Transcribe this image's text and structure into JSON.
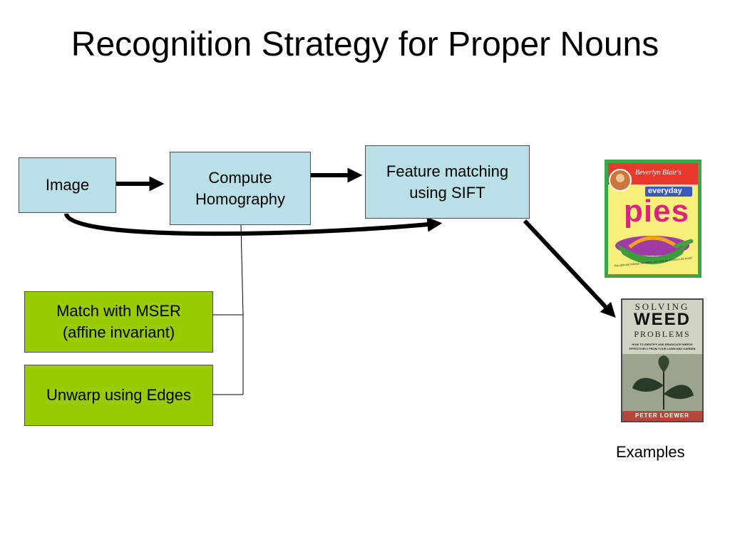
{
  "title": "Recognition Strategy for Proper Nouns",
  "nodes": {
    "image": "Image",
    "homography": [
      "Compute",
      "Homography"
    ],
    "sift": [
      "Feature matching",
      "using SIFT"
    ],
    "mser": [
      "Match with MSER",
      "(affine invariant)"
    ],
    "unwarp": "Unwarp using Edges"
  },
  "examples": {
    "caption": "Examples",
    "book1": {
      "author": "Beverlyn Blair's",
      "word1": "everyday",
      "word2": "pies",
      "tagline": "The ultimate holiday, weekend, and special occasion pie book!"
    },
    "book2": {
      "line1": "SOLVING",
      "line2": "WEED",
      "line3": "PROBLEMS",
      "subtitle1": "HOW TO IDENTIFY AND ERADICATE WEEDS",
      "subtitle2": "EFFECTIVELY FROM YOUR LAWN AND GARDEN",
      "author": "PETER LOEWER"
    }
  },
  "colors": {
    "process_box": "#b9e0e6",
    "method_box": "#99cc00"
  }
}
